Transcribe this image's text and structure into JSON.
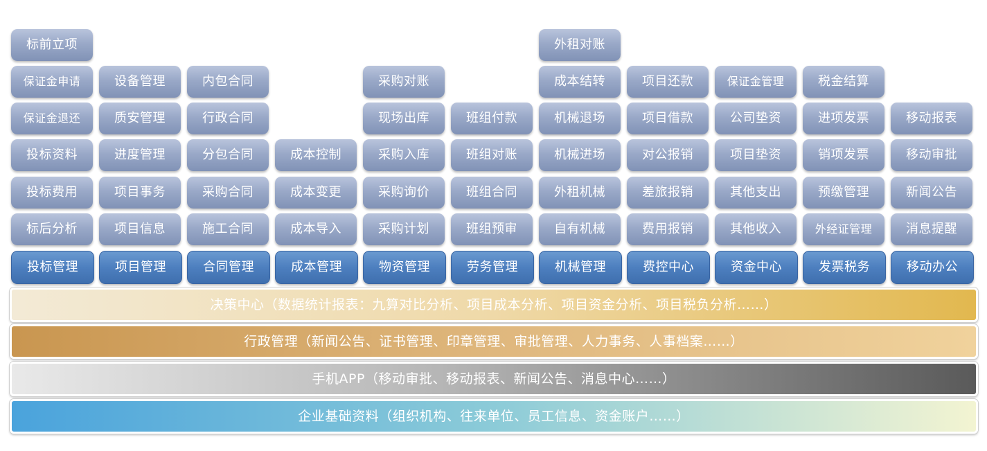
{
  "columns": [
    {
      "module": "投标管理",
      "items": [
        "标后分析",
        "投标费用",
        "投标资料",
        "保证金退还",
        "保证金申请",
        "标前立项"
      ]
    },
    {
      "module": "项目管理",
      "items": [
        "项目信息",
        "项目事务",
        "进度管理",
        "质安管理",
        "设备管理"
      ]
    },
    {
      "module": "合同管理",
      "items": [
        "施工合同",
        "采购合同",
        "分包合同",
        "行政合同",
        "内包合同"
      ]
    },
    {
      "module": "成本管理",
      "items": [
        "成本导入",
        "成本变更",
        "成本控制"
      ]
    },
    {
      "module": "物资管理",
      "items": [
        "采购计划",
        "采购询价",
        "采购入库",
        "现场出库",
        "采购对账"
      ]
    },
    {
      "module": "劳务管理",
      "items": [
        "班组预审",
        "班组合同",
        "班组对账",
        "班组付款"
      ]
    },
    {
      "module": "机械管理",
      "items": [
        "自有机械",
        "外租机械",
        "机械进场",
        "机械退场",
        "成本结转",
        "外租对账"
      ]
    },
    {
      "module": "费控中心",
      "items": [
        "费用报销",
        "差旅报销",
        "对公报销",
        "项目借款",
        "项目还款"
      ]
    },
    {
      "module": "资金中心",
      "items": [
        "其他收入",
        "其他支出",
        "项目垫资",
        "公司垫资",
        "保证金管理"
      ]
    },
    {
      "module": "发票税务",
      "items": [
        "外经证管理",
        "预缴管理",
        "销项发票",
        "进项发票",
        "税金结算"
      ]
    },
    {
      "module": "移动办公",
      "items": [
        "消息提醒",
        "新闻公告",
        "移动审批",
        "移动报表"
      ]
    }
  ],
  "bands": {
    "decision": "决策中心（数据统计报表：九算对比分析、项目成本分析、项目资金分析、项目税负分析……）",
    "admin": "行政管理（新闻公告、证书管理、印章管理、审批管理、人力事务、人事档案……）",
    "app": "手机APP（移动审批、移动报表、新闻公告、消息中心……）",
    "base": "企业基础资料（组织机构、往来单位、员工信息、资金账户……）"
  },
  "colors": {
    "item": "#9aa9c8",
    "module": "#4d7fbf",
    "decision_band": "#e2b84f",
    "admin_band": "#c99650",
    "app_band": "#5a5a5a",
    "base_band": "#4aa3dc"
  }
}
